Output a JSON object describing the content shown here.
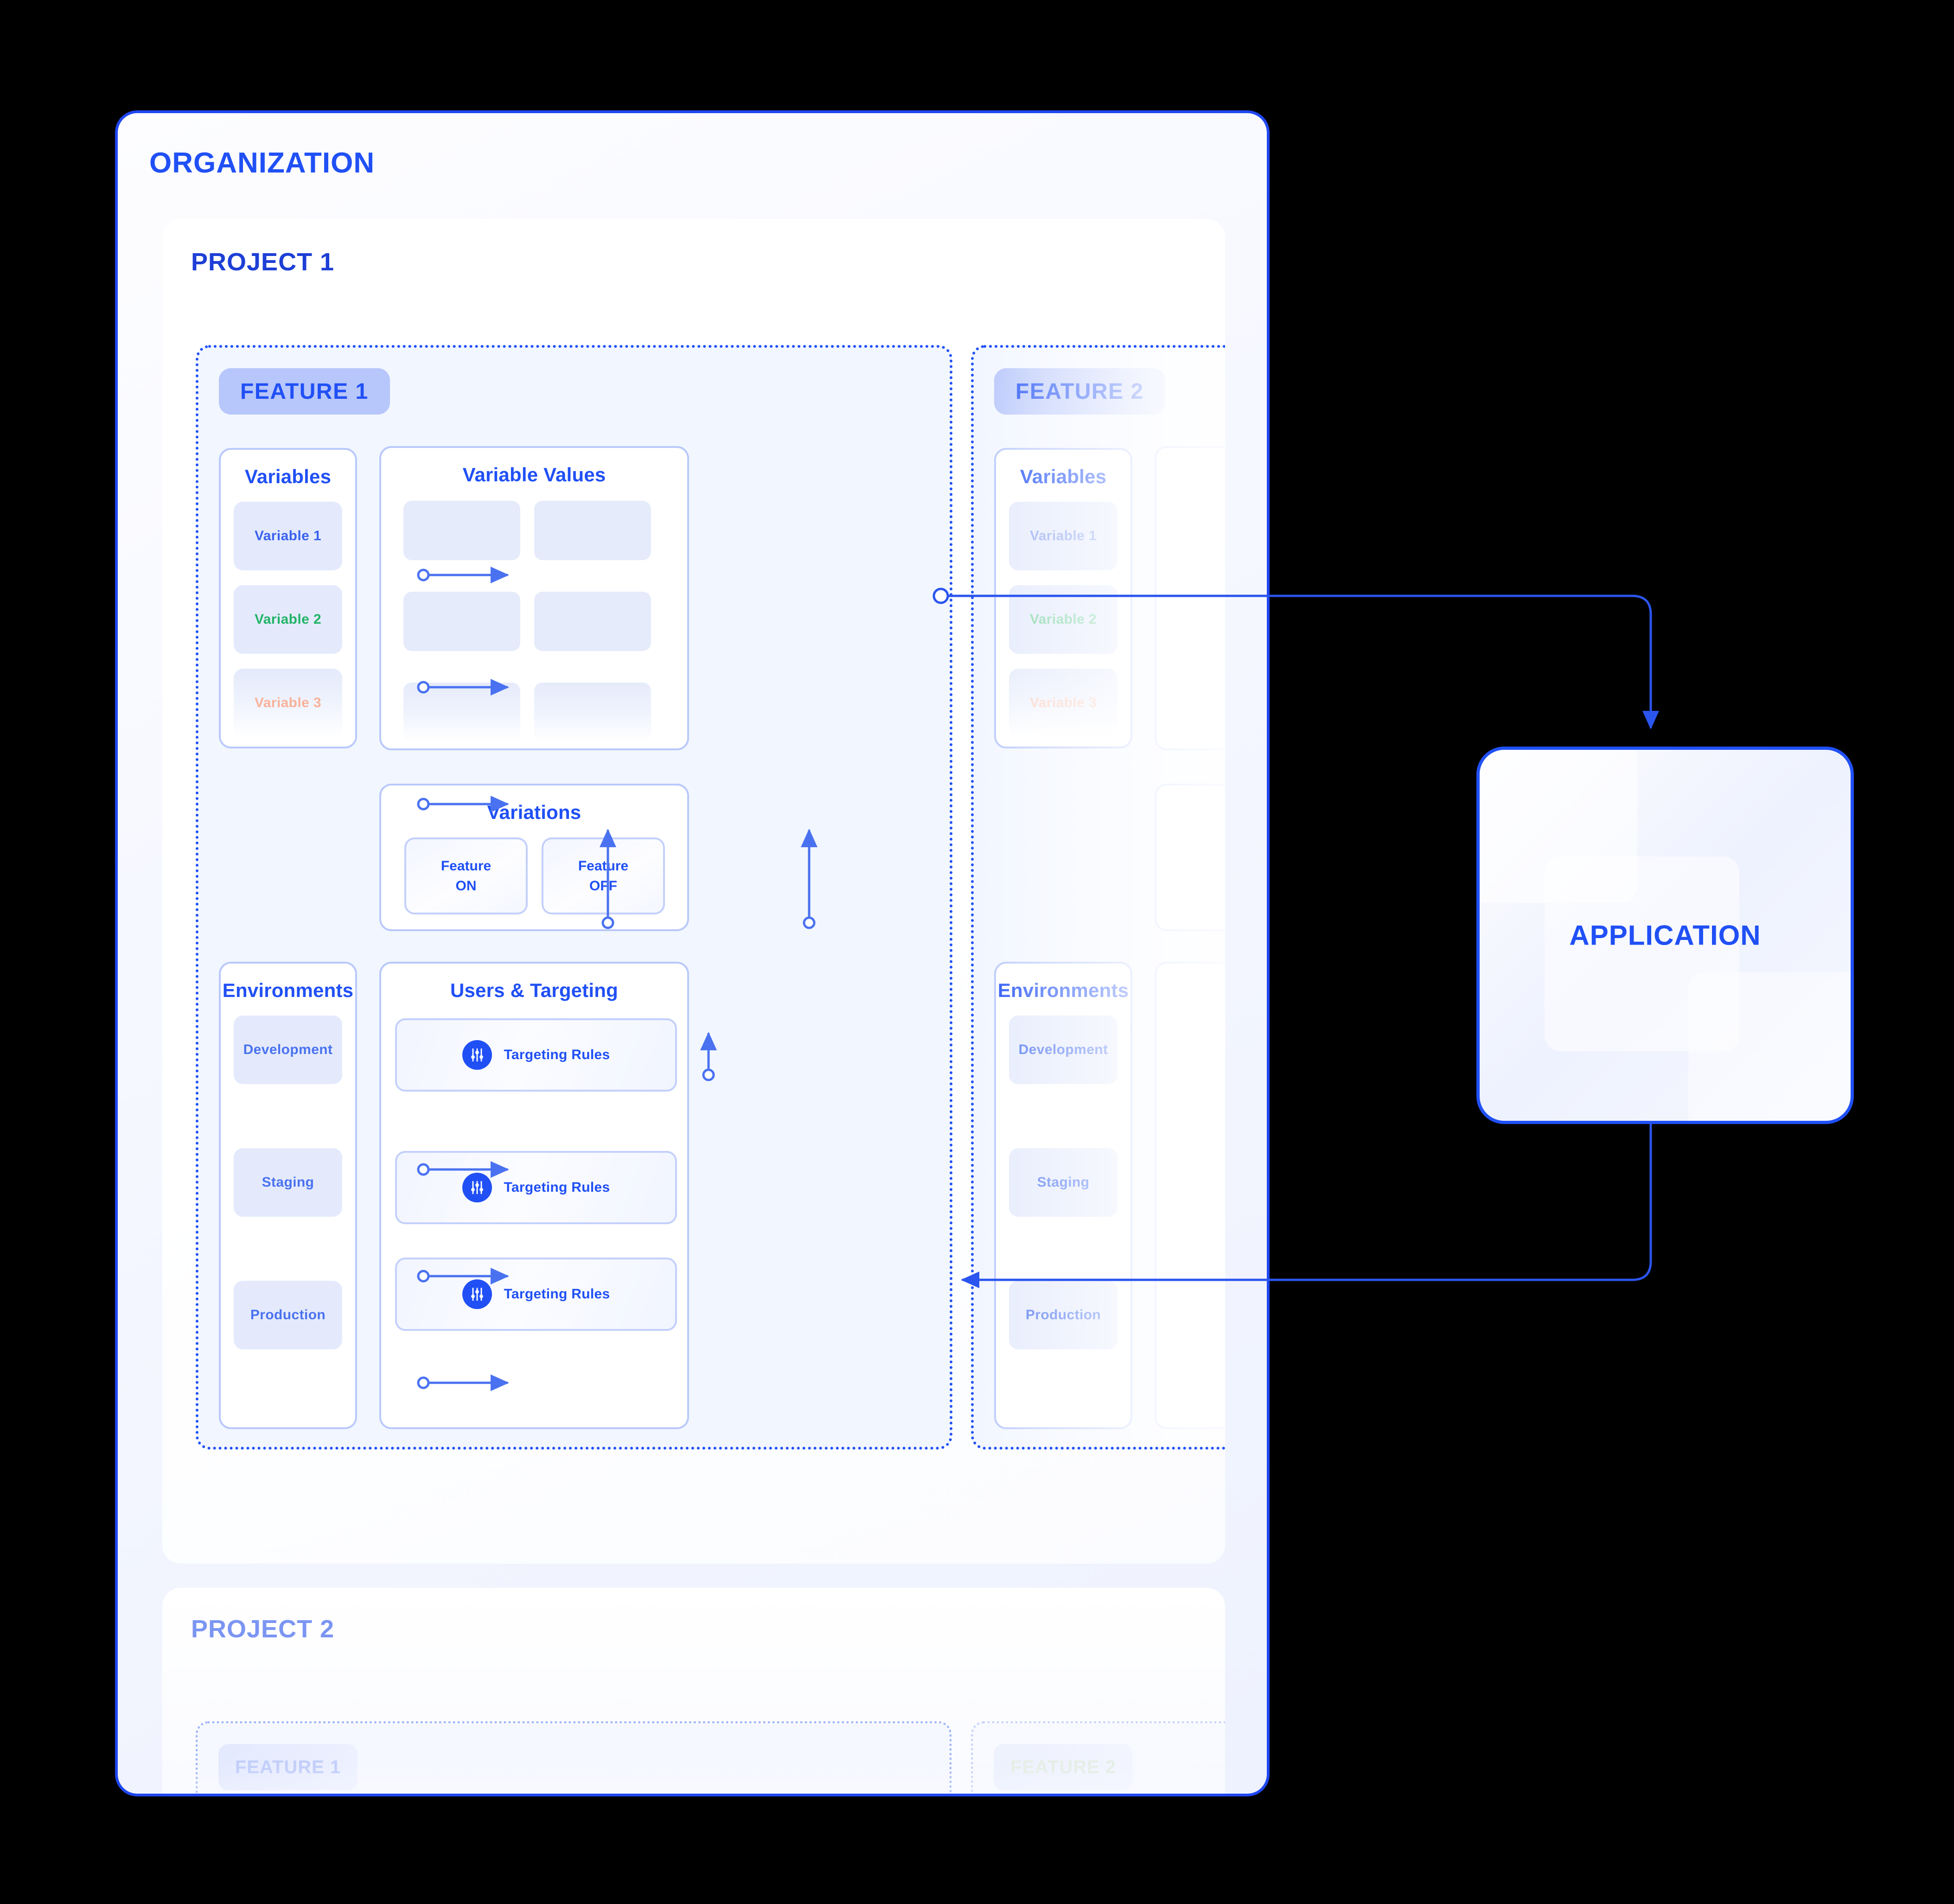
{
  "organization": {
    "title": "ORGANIZATION",
    "accent_color": "#2050f5",
    "border_color": "#1f47f0"
  },
  "projects": [
    {
      "title": "PROJECT 1",
      "features": [
        {
          "badge": "FEATURE 1",
          "state": "active",
          "sections": {
            "variables": {
              "title": "Variables",
              "items": [
                {
                  "label": "Variable 1",
                  "color": "#3a62ee",
                  "state": "normal"
                },
                {
                  "label": "Variable 2",
                  "color": "#22b367",
                  "state": "normal"
                },
                {
                  "label": "Variable 3",
                  "color": "#f9b29a",
                  "state": "faded"
                }
              ]
            },
            "variable_values": {
              "title": "Variable Values",
              "rows": 3,
              "columns": 2,
              "cells": [
                "",
                "",
                "",
                "",
                "",
                ""
              ]
            },
            "variations": {
              "title": "Variations",
              "items": [
                {
                  "line1": "Feature",
                  "line2": "ON"
                },
                {
                  "line1": "Feature",
                  "line2": "OFF"
                }
              ]
            },
            "environments": {
              "title": "Environments",
              "items": [
                "Development",
                "Staging",
                "Production"
              ]
            },
            "users_targeting": {
              "title": "Users & Targeting",
              "rows": [
                {
                  "icon": "sliders-icon",
                  "label": "Targeting Rules"
                },
                {
                  "icon": "sliders-icon",
                  "label": "Targeting Rules"
                },
                {
                  "icon": "sliders-icon",
                  "label": "Targeting Rules"
                }
              ]
            }
          }
        },
        {
          "badge": "FEATURE 2",
          "state": "faded",
          "sections": {
            "variables": {
              "title": "Variables",
              "items": [
                {
                  "label": "Variable 1",
                  "color": "#8fa6f2",
                  "state": "faded"
                },
                {
                  "label": "Variable 2",
                  "color": "#7fd4a6",
                  "state": "faded"
                },
                {
                  "label": "Variable 3",
                  "color": "#fbd2c4",
                  "state": "faded"
                }
              ]
            },
            "environments": {
              "title": "Environments",
              "items": [
                "Development",
                "Staging",
                "Production"
              ]
            }
          }
        }
      ]
    },
    {
      "title": "PROJECT 2",
      "state": "faded",
      "features": [
        {
          "badge": "FEATURE 1",
          "state": "faded"
        },
        {
          "badge": "FEATURE 2",
          "state": "faded"
        }
      ]
    }
  ],
  "application": {
    "title": "APPLICATION",
    "border_color": "#2050f5"
  },
  "connections": {
    "outbound_label": "",
    "inbound_label": ""
  }
}
